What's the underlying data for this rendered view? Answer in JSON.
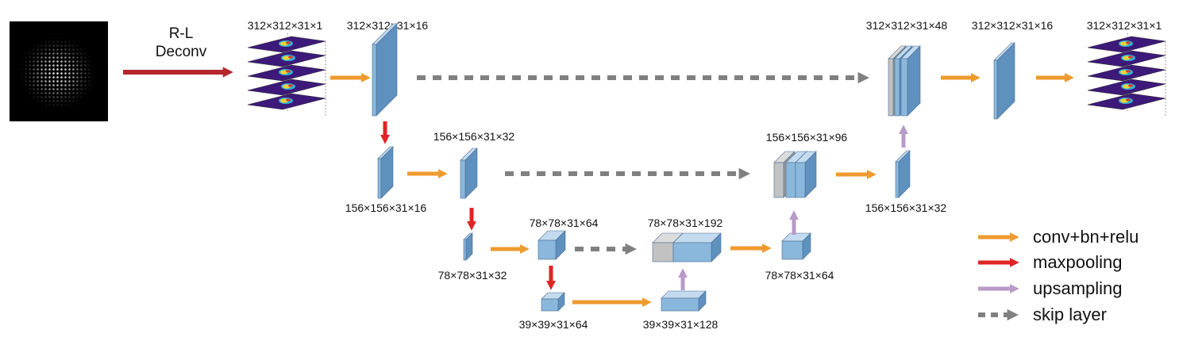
{
  "input_step": {
    "line1": "R-L",
    "line2": "Deconv"
  },
  "shapes": {
    "s_in": "312×312×31×1",
    "s_e1": "312×312×31×16",
    "s_p1": "156×156×31×16",
    "s_e2": "156×156×31×32",
    "s_p2": "78×78×31×32",
    "s_e3": "78×78×31×64",
    "s_p3": "39×39×31×64",
    "s_b": "39×39×31×128",
    "s_c3": "78×78×31×192",
    "s_d3": "78×78×31×64",
    "s_c2": "156×156×31×96",
    "s_d2": "156×156×31×32",
    "s_c1": "312×312×31×48",
    "s_d1": "312×312×31×16",
    "s_out": "312×312×31×1"
  },
  "legend": [
    {
      "label": "conv+bn+relu",
      "color": "#ef9a2e",
      "style": "solid"
    },
    {
      "label": "maxpooling",
      "color": "#e02424",
      "style": "solid"
    },
    {
      "label": "upsampling",
      "color": "#b79ac8",
      "style": "solid"
    },
    {
      "label": "skip layer",
      "color": "#808080",
      "style": "dashed"
    }
  ],
  "colors": {
    "block": "#8ab7dc",
    "block_top": "#c3daef",
    "block_side": "#5f91bf",
    "concat": "#c2c2c2",
    "deconv_arrow": "#b5272d",
    "slice": "#3d1a7a"
  }
}
